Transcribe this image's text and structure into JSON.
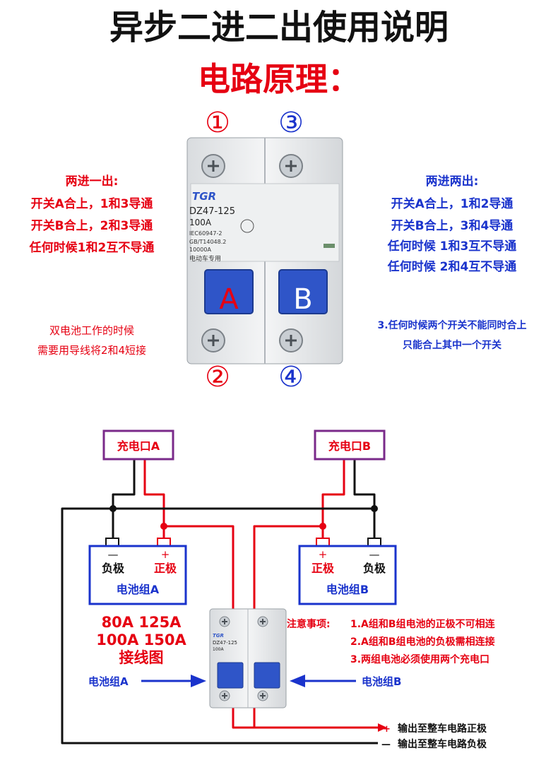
{
  "title": "异步二进二出使用说明",
  "subtitle": "电路原理：",
  "terminals": [
    "①",
    "③",
    "②",
    "④"
  ],
  "breaker": {
    "brand": "TGR",
    "model": "DZ47-125",
    "rating": "100A",
    "spec1": "IEC60947-2",
    "spec2": "GB/T14048.2",
    "capacity": "10000A",
    "usage": "电动车专用",
    "switch_a": "A",
    "switch_b": "B"
  },
  "left_notes": {
    "title": "两进一出:",
    "lines": [
      "开关A合上，1和3导通",
      "开关B合上，2和3导通",
      "任何时候1和2互不导通"
    ]
  },
  "right_notes": {
    "title": "两进两出:",
    "lines": [
      "开关A合上，1和2导通",
      "开关B合上，3和4导通",
      "任何时候 1和3互不导通",
      "任何时候 2和4互不导通"
    ]
  },
  "dual_battery_note": [
    "双电池工作的时候",
    "需要用导线将2和4短接"
  ],
  "switch_rule_note": [
    "3.任何时候两个开关不能同时合上",
    "只能合上其中一个开关"
  ],
  "charge_port_a": "充电口A",
  "charge_port_b": "充电口B",
  "battery_a": {
    "neg_sign": "—",
    "pos_sign": "+",
    "neg_label": "负极",
    "pos_label": "正极",
    "name": "电池组A"
  },
  "battery_b": {
    "pos_sign": "+",
    "neg_sign": "—",
    "pos_label": "正极",
    "neg_label": "负极",
    "name": "电池组B"
  },
  "ratings": [
    "80A 125A",
    "100A 150A",
    "接线图"
  ],
  "cautions": {
    "title": "注意事项:",
    "items": [
      "1.A组和B组电池的正极不可相连",
      "2.A组和B组电池的负极需相连接",
      "3.两组电池必须使用两个充电口"
    ]
  },
  "arrow_left_label": "电池组A",
  "arrow_right_label": "电池组B",
  "output_pos": {
    "sign": "+",
    "label": "输出至整车电路正极"
  },
  "output_neg": {
    "sign": "—",
    "label": "输出至整车电路负极"
  },
  "colors": {
    "red": "#e60012",
    "blue": "#1a33cc",
    "purple": "#7a2a8a",
    "breaker_blue": "#2f55c8",
    "black": "#111111"
  }
}
